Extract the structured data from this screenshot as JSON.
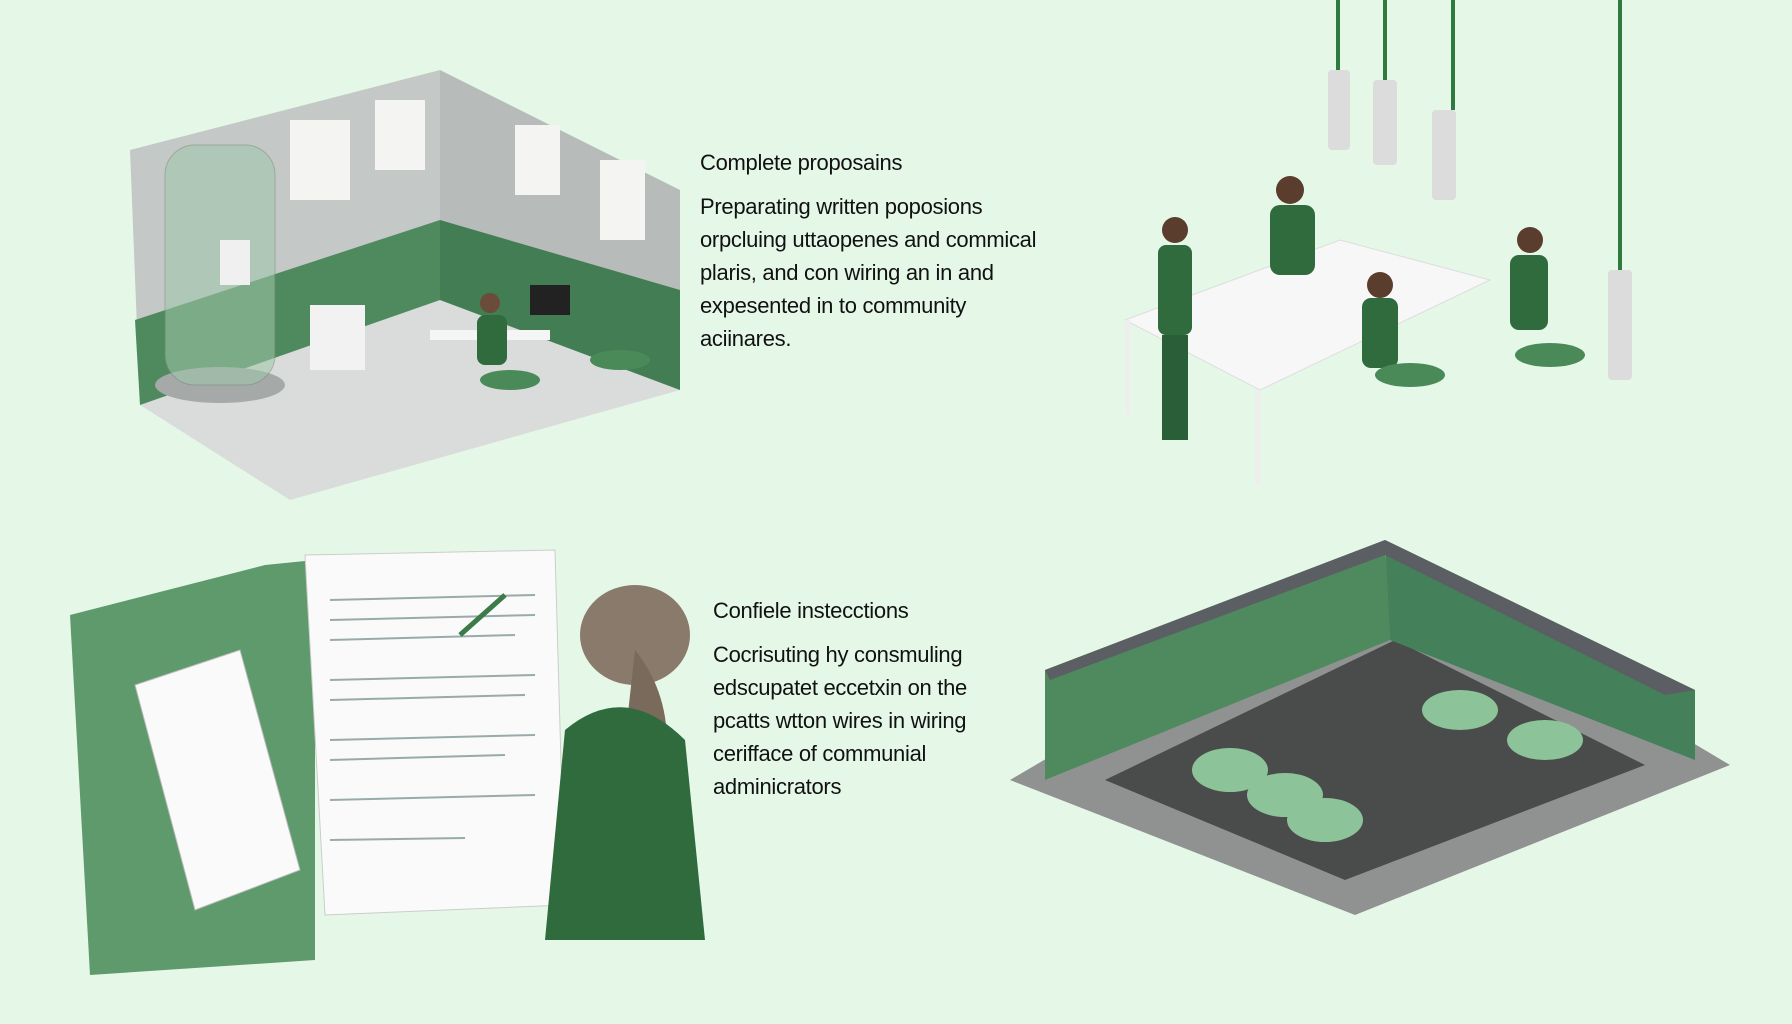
{
  "section_top": {
    "heading": "Complete proposains",
    "body_lines": [
      "Preparating written poposions",
      "orpcluing uttaopenes and commical",
      "plaris,   and con wiring an in and",
      "expesented in to community",
      "aciinares."
    ]
  },
  "section_bottom": {
    "heading": "Confiele instecctions",
    "body_lines": [
      "Cocrisuting hy consmuling",
      "edscupatet eccetxin on the",
      "pcatts wtton wires in wiring",
      "cerifface of communial",
      "adminicrators"
    ]
  },
  "colors": {
    "background": "#e5f8e8",
    "accent_green": "#3f7a4f",
    "dark_green": "#2a5e38",
    "wall_grey": "#c9cccb"
  }
}
